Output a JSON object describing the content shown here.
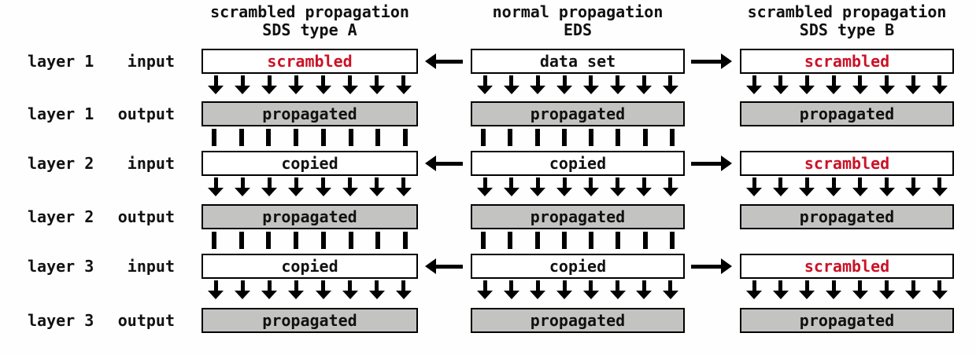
{
  "diagram": {
    "title_implicit": "data set propagation schemes",
    "arrows_per_row": 8,
    "bars_per_row": 8,
    "colors": {
      "scrambled_text": "#cc1126",
      "propagated_box_bg": "#c3c3c2",
      "box_border": "#000000",
      "background": "#fefefe"
    },
    "row_labels": [
      {
        "layer": "layer 1",
        "io": "input"
      },
      {
        "layer": "layer 1",
        "io": "output"
      },
      {
        "layer": "layer 2",
        "io": "input"
      },
      {
        "layer": "layer 2",
        "io": "output"
      },
      {
        "layer": "layer 3",
        "io": "input"
      },
      {
        "layer": "layer 3",
        "io": "output"
      }
    ],
    "columns": [
      {
        "header_line1": "scrambled propagation",
        "header_line2": "SDS type A",
        "between_layers_connector": "copy-bars",
        "boxes": [
          {
            "text": "scrambled",
            "type": "input",
            "scrambled": true
          },
          {
            "text": "propagated",
            "type": "output",
            "scrambled": false
          },
          {
            "text": "copied",
            "type": "input",
            "scrambled": false
          },
          {
            "text": "propagated",
            "type": "output",
            "scrambled": false
          },
          {
            "text": "copied",
            "type": "input",
            "scrambled": false
          },
          {
            "text": "propagated",
            "type": "output",
            "scrambled": false
          }
        ]
      },
      {
        "header_line1": "normal propagation",
        "header_line2": "EDS",
        "between_layers_connector": "copy-bars",
        "boxes": [
          {
            "text": "data set",
            "type": "input",
            "scrambled": false
          },
          {
            "text": "propagated",
            "type": "output",
            "scrambled": false
          },
          {
            "text": "copied",
            "type": "input",
            "scrambled": false
          },
          {
            "text": "propagated",
            "type": "output",
            "scrambled": false
          },
          {
            "text": "copied",
            "type": "input",
            "scrambled": false
          },
          {
            "text": "propagated",
            "type": "output",
            "scrambled": false
          }
        ]
      },
      {
        "header_line1": "scrambled propagation",
        "header_line2": "SDS type B",
        "between_layers_connector": "none",
        "boxes": [
          {
            "text": "scrambled",
            "type": "input",
            "scrambled": true
          },
          {
            "text": "propagated",
            "type": "output",
            "scrambled": false
          },
          {
            "text": "scrambled",
            "type": "input",
            "scrambled": true
          },
          {
            "text": "propagated",
            "type": "output",
            "scrambled": false
          },
          {
            "text": "scrambled",
            "type": "input",
            "scrambled": true
          },
          {
            "text": "propagated",
            "type": "output",
            "scrambled": false
          }
        ]
      }
    ],
    "horizontal_arrows": [
      {
        "from": "EDS layer 1 input",
        "to": "SDS type A layer 1 input",
        "direction": "left"
      },
      {
        "from": "EDS layer 1 input",
        "to": "SDS type B layer 1 input",
        "direction": "right"
      },
      {
        "from": "EDS layer 2 input",
        "to": "SDS type A layer 2 input",
        "direction": "left"
      },
      {
        "from": "EDS layer 2 input",
        "to": "SDS type B layer 2 input",
        "direction": "right"
      },
      {
        "from": "EDS layer 3 input",
        "to": "SDS type A layer 3 input",
        "direction": "left"
      },
      {
        "from": "EDS layer 3 input",
        "to": "SDS type B layer 3 input",
        "direction": "right"
      }
    ]
  }
}
